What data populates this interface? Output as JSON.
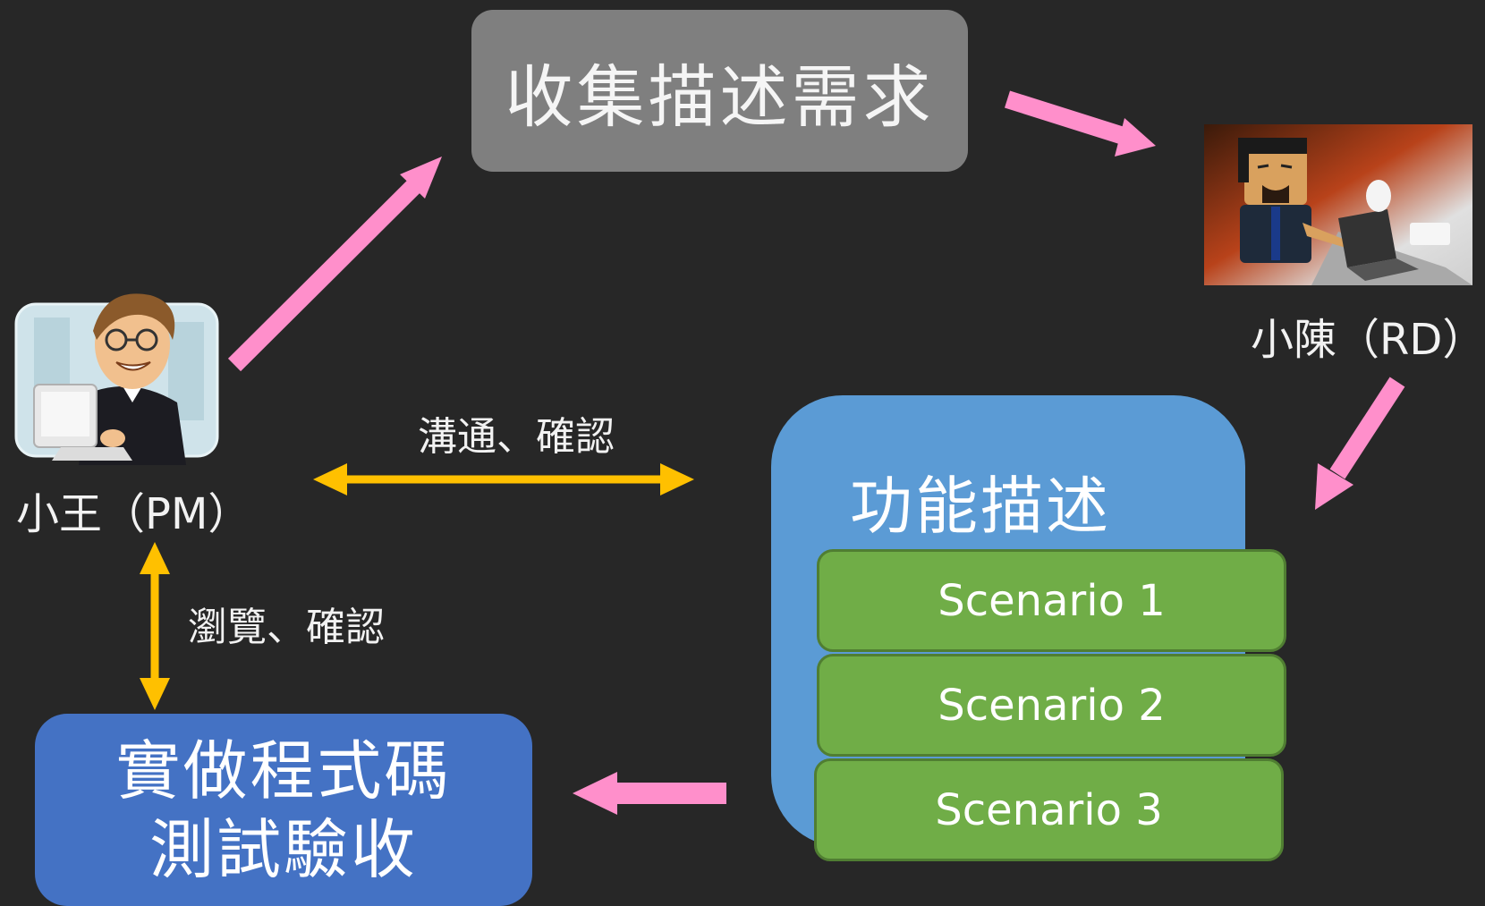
{
  "nodes": {
    "gather": "收集描述需求",
    "rd_label": "小陳（RD）",
    "pm_label": "小王（PM）",
    "feature_title": "功能描述",
    "scenarios": [
      "Scenario 1",
      "Scenario 2",
      "Scenario 3"
    ],
    "impl_line1": "實做程式碼",
    "impl_line2": "測試驗收"
  },
  "edges": {
    "comm_label": "溝通、確認",
    "browse_label": "瀏覽、確認"
  },
  "colors": {
    "background": "#272727",
    "gather_box": "#7f7f7f",
    "feature_box": "#5b9bd5",
    "scenario_box": "#70ad47",
    "impl_box": "#4472c4",
    "flow_arrow": "#ff8fcb",
    "feedback_arrow": "#ffc000"
  },
  "icons": {
    "pm": "cartoon-man-at-computer",
    "rd": "lego-figure-at-laptop"
  }
}
